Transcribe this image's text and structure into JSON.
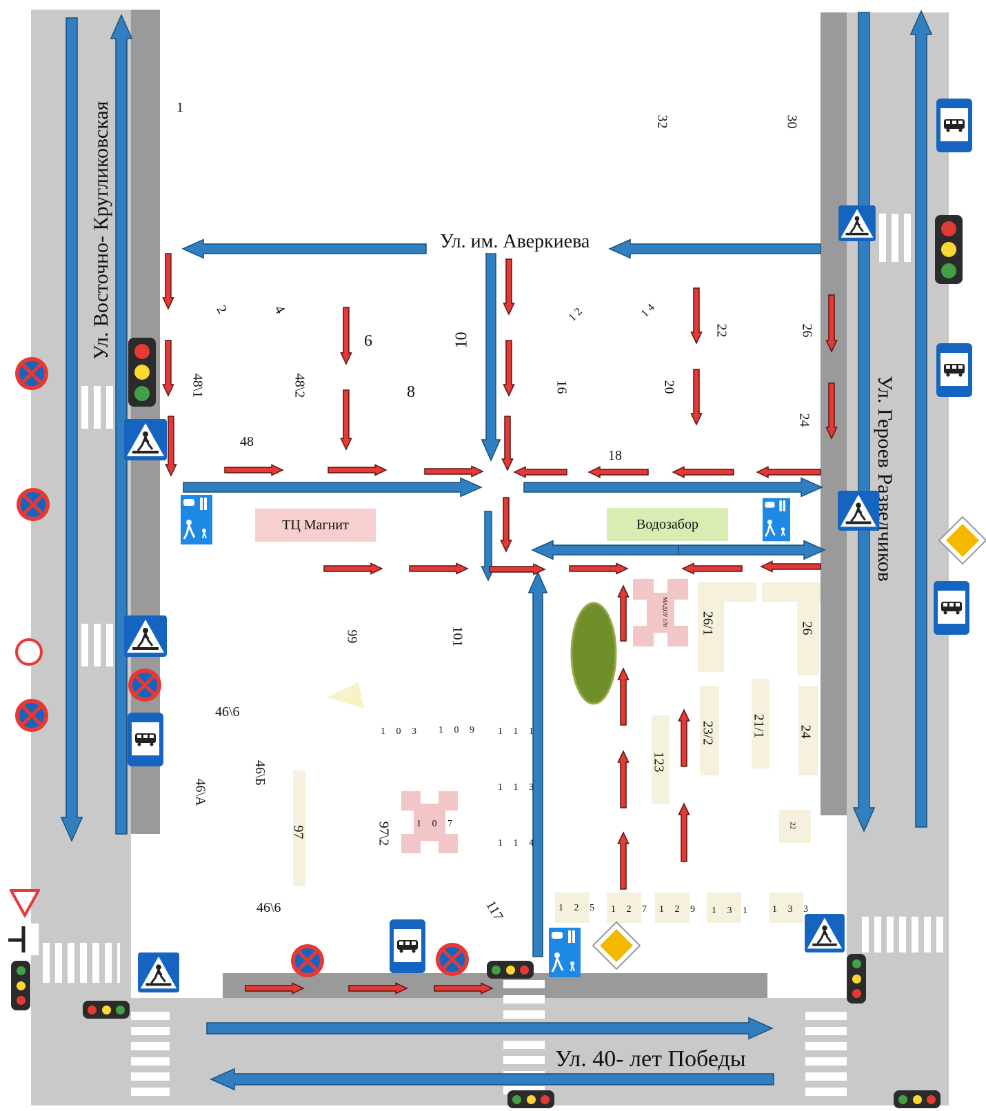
{
  "streets": {
    "west": "Ул. Восточно- Кругликовская",
    "north": "Ул. им. Аверкиева",
    "east": "Ул. Героев Разведчиков",
    "south": "Ул. 40- лет Победы"
  },
  "facilities": {
    "mall": "ТЦ Магнит",
    "water": "Водозабор",
    "school": "МАДОУ 178"
  },
  "house_numbers": {
    "n1": "1",
    "n2": "2",
    "n4": "4",
    "n6": "6",
    "n8": "8",
    "n10": "10",
    "n12": "1 2",
    "n14": "1 4",
    "n16": "16",
    "n18": "18",
    "n20": "20",
    "n22": "22",
    "n24": "24",
    "n26": "26",
    "n30": "30",
    "n32": "32",
    "n48": "48",
    "n48_1": "48\\1",
    "n48_2": "48\\2",
    "n99": "99",
    "n101": "101",
    "n103": "1 0 3",
    "n109": "1 0 9",
    "n111": "1 1 1",
    "n113": "1 1 3",
    "n114": "1 1 4",
    "n107": "1 0 7",
    "n117": "117",
    "n97": "97",
    "n97_2": "97\\2",
    "n46_6a": "46\\6",
    "n46_6b": "46\\6",
    "n46b": "46\\Б",
    "n46a": "46\\А",
    "n123": "123",
    "n125": "1 2 5",
    "n127": "1 2 7",
    "n129": "1 2 9",
    "n131": "1 3 1",
    "n133": "1 3 3",
    "n26_1": "26/1",
    "n26b": "26",
    "n23_2": "23/2",
    "n21_1": "21/1",
    "n24b": "24",
    "n22b": "22"
  },
  "colors": {
    "road": "#c9c9c9",
    "kerb": "#9a9a9a",
    "vehicle_arrow": "#2f7fc1",
    "pedestrian_arrow": "#e53935",
    "sign_blue": "#1565c0",
    "mall": "#f7cfcf",
    "water": "#d8ecb4",
    "building": "#f6f1dc",
    "kindergarten": "#f2c6c6",
    "tree": "#6f8f2a"
  }
}
